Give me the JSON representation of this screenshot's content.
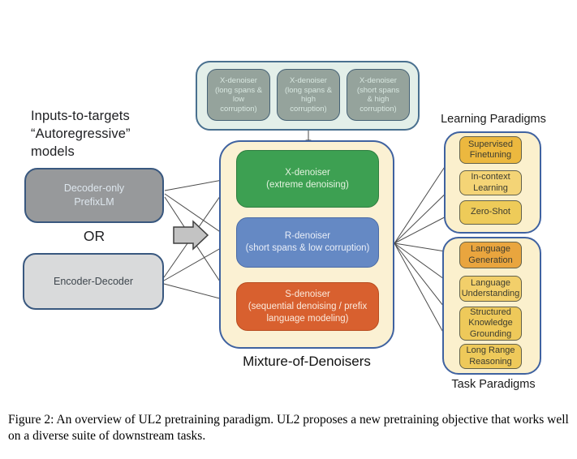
{
  "pretraining_objectives_panel": {
    "boxes": [
      {
        "title": "X-denoiser",
        "detail": "(long spans &\nlow\ncorruption)"
      },
      {
        "title": "X-denoiser",
        "detail": "(long spans &\nhigh\ncorruption)"
      },
      {
        "title": "X-denoiser",
        "detail": "(short spans\n& high\ncorruption)"
      }
    ]
  },
  "left_column": {
    "heading": "Inputs-to-targets\n“Autoregressive”\nmodels",
    "decoder_only_box": "Decoder-only\nPrefixLM",
    "or_label": "OR",
    "encoder_decoder_box": "Encoder-Decoder"
  },
  "mixture_of_denoisers": {
    "label": "Mixture-of-Denoisers",
    "boxes": [
      {
        "title": "X-denoiser",
        "detail": "(extreme denoising)",
        "color": "#3da052"
      },
      {
        "title": "R-denoiser",
        "detail": "(short spans & low corruption)",
        "color": "#6589c4"
      },
      {
        "title": "S-denoiser",
        "detail": "(sequential denoising / prefix\nlanguage modeling)",
        "color": "#d8602f"
      }
    ]
  },
  "learning_paradigms": {
    "label": "Learning Paradigms",
    "items": [
      {
        "label": "Supervised\nFinetuning",
        "color": "#ecb83f"
      },
      {
        "label": "In-context\nLearning",
        "color": "#f4d476"
      },
      {
        "label": "Zero-Shot",
        "color": "#eecb59"
      }
    ]
  },
  "task_paradigms": {
    "label": "Task Paradigms",
    "items": [
      {
        "label": "Language\nGeneration",
        "color": "#e9a53e"
      },
      {
        "label": "Language\nUnderstanding",
        "color": "#f2cf6a"
      },
      {
        "label": "Structured\nKnowledge\nGrounding",
        "color": "#eec95a"
      },
      {
        "label": "Long Range\nReasoning",
        "color": "#eec95a"
      }
    ]
  },
  "caption": "Figure 2: An overview of UL2 pretraining paradigm. UL2 proposes a new pretraining objective that works well on a diverse suite of downstream tasks.",
  "colors": {
    "top_panel_fill": "#e3efe9",
    "panel_border_blue": "#3f62a0",
    "gray_denoiser_fill": "#95a39c",
    "cream_panel_fill": "#fbf1d3",
    "decoder_fill": "#97999b",
    "encoder_fill": "#d9dadb",
    "arrow_stroke": "#3c3c3c",
    "block_arrow_fill": "#c3c3c3"
  }
}
